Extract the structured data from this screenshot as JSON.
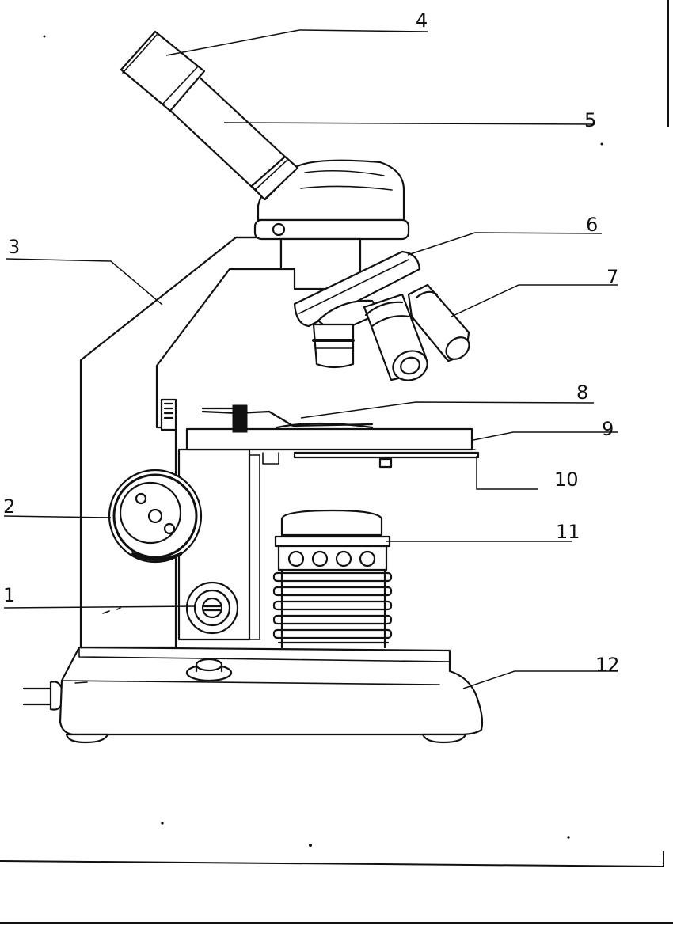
{
  "diagram": {
    "labels": {
      "n1": "1",
      "n2": "2",
      "n3": "3",
      "n4": "4",
      "n5": "5",
      "n6": "6",
      "n7": "7",
      "n8": "8",
      "n9": "9",
      "n10": "10",
      "n11": "11",
      "n12": "12"
    }
  }
}
